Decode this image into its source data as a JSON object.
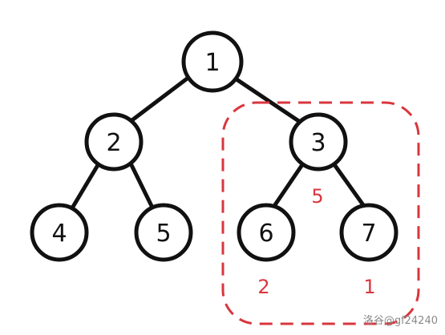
{
  "tree": {
    "nodes": [
      {
        "id": "n1",
        "label": "1"
      },
      {
        "id": "n2",
        "label": "2"
      },
      {
        "id": "n3",
        "label": "3"
      },
      {
        "id": "n4",
        "label": "4"
      },
      {
        "id": "n5",
        "label": "5"
      },
      {
        "id": "n6",
        "label": "6"
      },
      {
        "id": "n7",
        "label": "7"
      }
    ],
    "edges": [
      {
        "from": "n1",
        "to": "n2"
      },
      {
        "from": "n1",
        "to": "n3"
      },
      {
        "from": "n2",
        "to": "n4"
      },
      {
        "from": "n2",
        "to": "n5"
      },
      {
        "from": "n3",
        "to": "n6"
      },
      {
        "from": "n3",
        "to": "n7"
      }
    ]
  },
  "highlight": {
    "color": "#d9363e",
    "style": "dashed",
    "annotations": [
      {
        "target": "n3",
        "text": "5"
      },
      {
        "target": "n6",
        "text": "2"
      },
      {
        "target": "n7",
        "text": "1"
      }
    ]
  },
  "watermark": {
    "text": "洛谷@gf24240"
  }
}
